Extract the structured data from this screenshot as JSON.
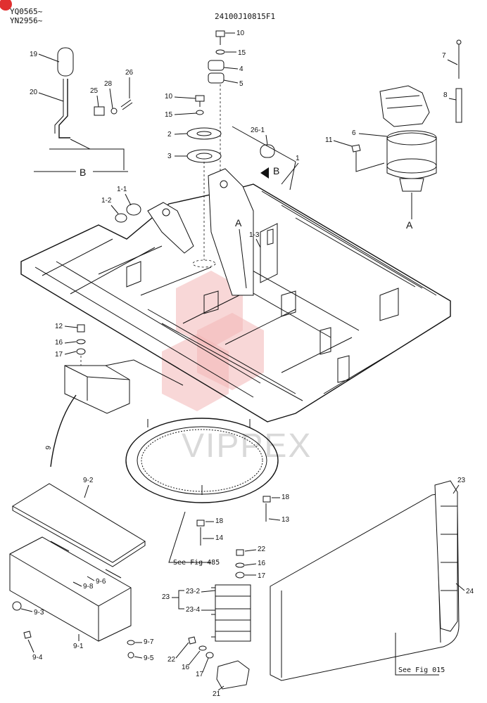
{
  "header": {
    "serial_line_1": "YQ0565~",
    "serial_line_2": "YN2956~",
    "drawing_number": "24100J10815F1"
  },
  "watermark": {
    "text": "VIPPEX"
  },
  "views": {
    "detail_b": "B",
    "detail_a": "A"
  },
  "callouts": {
    "c19": "19",
    "c20": "20",
    "c25": "25",
    "c28": "28",
    "c26": "26",
    "c10a": "10",
    "c15a": "15",
    "c4": "4",
    "c5": "5",
    "c10b": "10",
    "c15b": "15",
    "c2": "2",
    "c3": "3",
    "c26_1": "26-1",
    "c7": "7",
    "c8": "8",
    "c6": "6",
    "c11": "11",
    "c1": "1",
    "c1_1": "1-1",
    "c1_2": "1-2",
    "c1_3": "1-3",
    "cA_mid": "A",
    "cB_arrow": "B",
    "c12": "12",
    "c16a": "16",
    "c17a": "17",
    "c9": "9",
    "c9_2": "9-2",
    "c9_6": "9-6",
    "c9_8": "9-8",
    "c9_3": "9-3",
    "c9_1": "9-1",
    "c9_4": "9-4",
    "c9_7": "9-7",
    "c9_5": "9-5",
    "c18a": "18",
    "c13": "13",
    "c18b": "18",
    "c14": "14",
    "c22a": "22",
    "c16b": "16",
    "c17b": "17",
    "c23": "23",
    "c23_2": "23-2",
    "c23_4": "23-4",
    "c22b": "22",
    "c16c": "16",
    "c17c": "17",
    "c21": "21",
    "c23_top": "23",
    "c24": "24"
  },
  "references": {
    "see_fig_485": "See Fig 485",
    "see_fig_015": "See Fig 015"
  }
}
